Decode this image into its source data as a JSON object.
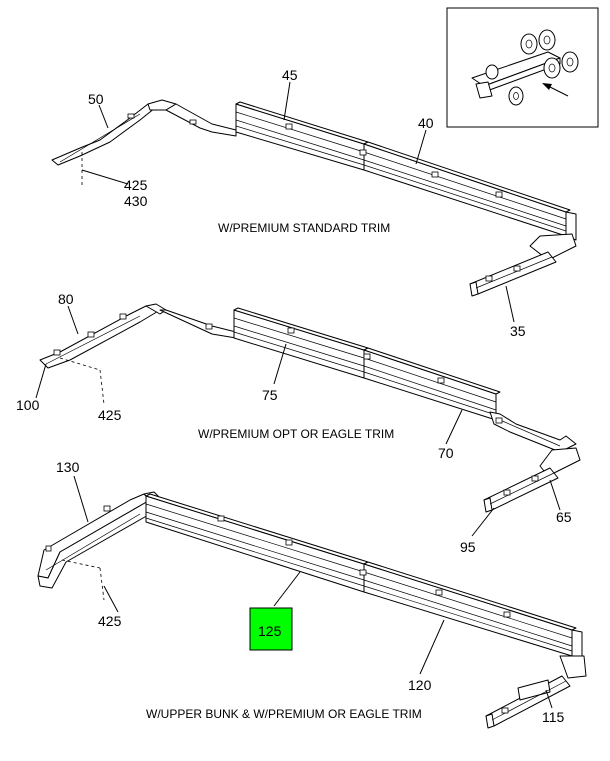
{
  "highlight_color": "#00ff00",
  "sections": {
    "standard": {
      "caption": "W/PREMIUM STANDARD TRIM",
      "callouts": {
        "c50": "50",
        "c45": "45",
        "c40": "40",
        "c425": "425",
        "c430": "430",
        "c35": "35"
      }
    },
    "opt": {
      "caption": "W/PREMIUM OPT OR EAGLE TRIM",
      "callouts": {
        "c80": "80",
        "c100": "100",
        "c425": "425",
        "c75": "75",
        "c70": "70",
        "c65": "65",
        "c95": "95"
      }
    },
    "bunk": {
      "caption": "W/UPPER BUNK & W/PREMIUM OR EAGLE TRIM",
      "callouts": {
        "c130": "130",
        "c425": "425",
        "c125": "125",
        "c120": "120",
        "c115": "115"
      }
    }
  },
  "inset": {
    "icon": "truck-chassis-locator-icon"
  }
}
